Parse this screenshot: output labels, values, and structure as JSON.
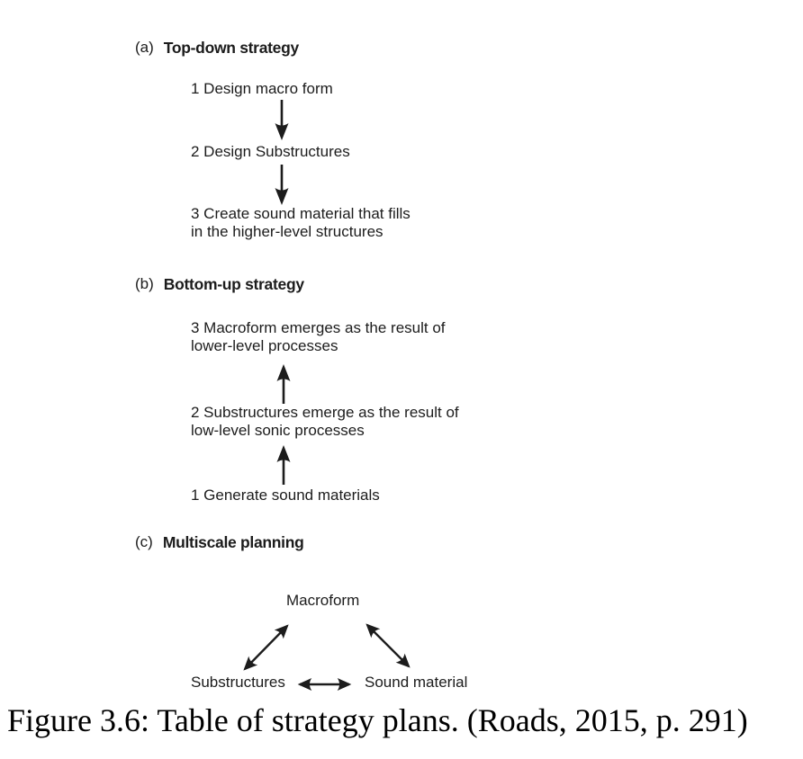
{
  "figure": {
    "sections": {
      "a": {
        "label": "(a)",
        "title": "Top-down strategy",
        "steps": [
          {
            "lines": [
              "1 Design macro form"
            ]
          },
          {
            "lines": [
              "2 Design Substructures"
            ]
          },
          {
            "lines": [
              "3 Create sound material that fills",
              "in the higher-level structures"
            ]
          }
        ],
        "flow_direction": "down"
      },
      "b": {
        "label": "(b)",
        "title": "Bottom-up strategy",
        "steps": [
          {
            "lines": [
              "3 Macroform emerges as the result of",
              "lower-level processes"
            ]
          },
          {
            "lines": [
              "2 Substructures emerge as the result of",
              "low-level sonic processes"
            ]
          },
          {
            "lines": [
              "1 Generate sound materials"
            ]
          }
        ],
        "flow_direction": "up"
      },
      "c": {
        "label": "(c)",
        "title": "Multiscale planning",
        "nodes": {
          "top": "Macroform",
          "bottom_left": "Substructures",
          "bottom_right": "Sound material"
        },
        "connections": [
          "Macroform <-> Substructures",
          "Macroform <-> Sound material",
          "Substructures <-> Sound material"
        ]
      }
    },
    "caption": "Figure 3.6: Table of strategy plans. (Roads, 2015, p. 291)",
    "colors": {
      "ink": "#1c1c1c",
      "background": "#ffffff"
    }
  }
}
